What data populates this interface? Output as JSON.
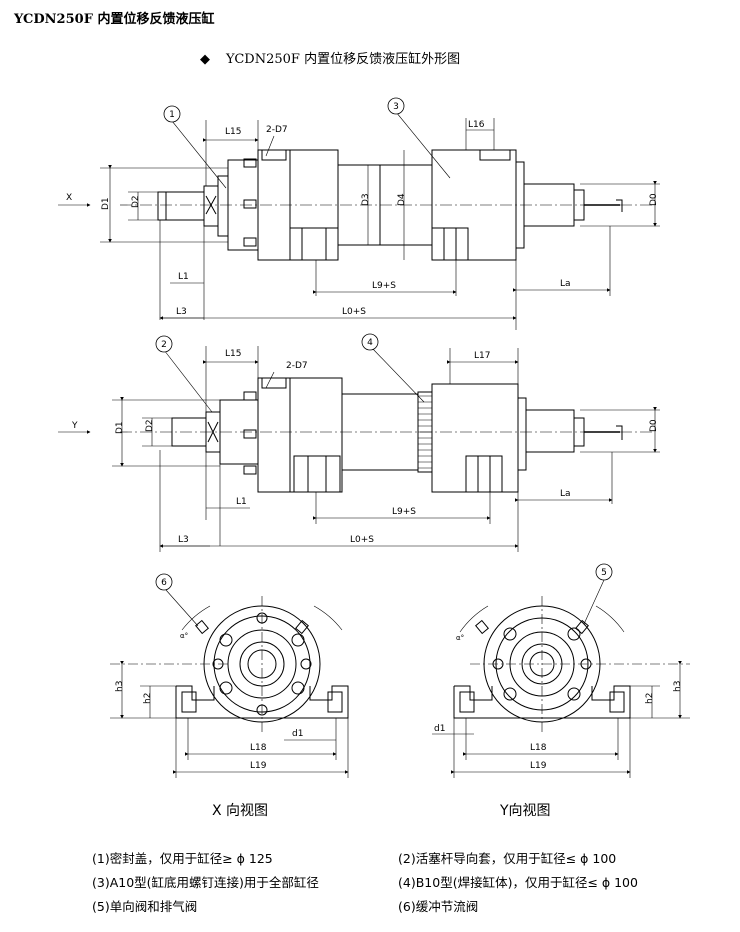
{
  "page_title": "YCDN250F 内置位移反馈液压缸",
  "diagram_title": "YCDN250F 内置位移反馈液压缸外形图",
  "bullet": "◆",
  "callouts": [
    "1",
    "2",
    "3",
    "4",
    "5",
    "6"
  ],
  "view_a": {
    "direction": "X",
    "dims": [
      "L15",
      "2-D7",
      "L16",
      "D1",
      "D2",
      "D3",
      "D4",
      "D0",
      "L1",
      "L9+S",
      "La",
      "L3",
      "L0+S"
    ]
  },
  "view_b": {
    "direction": "Y",
    "dims": [
      "L15",
      "2-D7",
      "L17",
      "D1",
      "D2",
      "D0",
      "L1",
      "L9+S",
      "La",
      "L3",
      "L0+S"
    ]
  },
  "end_view_x": {
    "label": "X 向视图",
    "dims": [
      "h3",
      "h2",
      "d1",
      "L18",
      "L19",
      "α°"
    ]
  },
  "end_view_y": {
    "label": "Y向视图",
    "dims": [
      "h3",
      "h2",
      "d1",
      "L18",
      "L19",
      "α°"
    ]
  },
  "notes": [
    "(1)密封盖，仅用于缸径≥ ϕ 125",
    "(2)活塞杆导向套，仅用于缸径≤ ϕ 100",
    "(3)A10型(缸底用螺钉连接)用于全部缸径",
    "(4)B10型(焊接缸体)，仅用于缸径≤ ϕ 100",
    "(5)单向阀和排气阀",
    "(6)缓冲节流阀"
  ]
}
